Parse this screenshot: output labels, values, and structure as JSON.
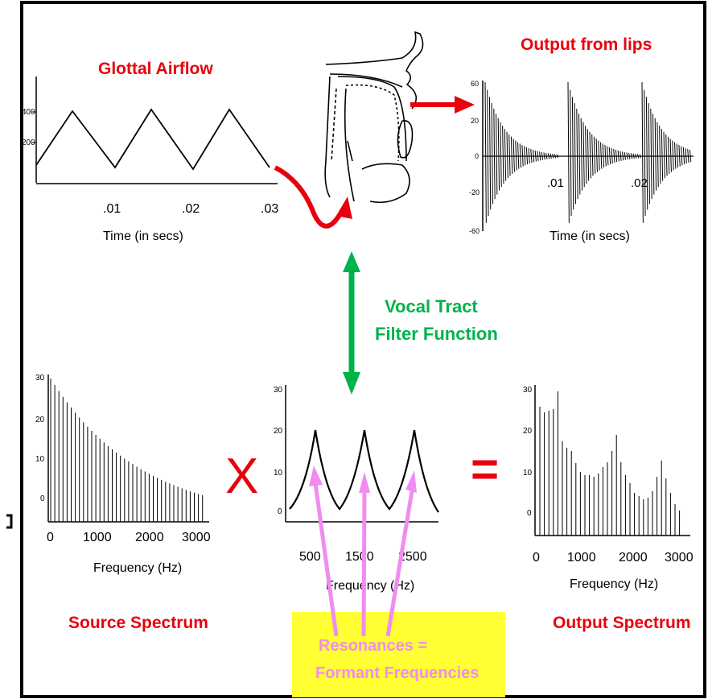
{
  "colors": {
    "red": "#e8000d",
    "green": "#00b24a",
    "pink": "#f08cf0",
    "yellow": "#ffff33",
    "black": "#000000"
  },
  "glottal": {
    "title": "Glottal Airflow",
    "y_ticks": [
      "400",
      "200"
    ],
    "x_ticks": [
      ".01",
      ".02",
      ".03"
    ],
    "xlabel": "Time (in secs)"
  },
  "output_lips": {
    "title": "Output from lips",
    "y_ticks": [
      "60",
      "20",
      "0",
      "-20",
      "-60"
    ],
    "x_ticks": [
      ".01",
      ".02"
    ],
    "xlabel": "Time (in secs)"
  },
  "filter": {
    "label_line1": "Vocal Tract",
    "label_line2": "Filter Function"
  },
  "source_spectrum": {
    "title": "Source Spectrum",
    "y_ticks": [
      "30",
      "20",
      "10",
      "0"
    ],
    "x_ticks": [
      "0",
      "1000",
      "2000",
      "3000"
    ],
    "xlabel": "Frequency (Hz)"
  },
  "filter_spectrum": {
    "y_ticks": [
      "30",
      "20",
      "10",
      "0"
    ],
    "x_ticks": [
      "500",
      "1500",
      "2500"
    ],
    "xlabel": "Frequency (Hz)"
  },
  "output_spectrum": {
    "title": "Output Spectrum",
    "y_ticks": [
      "30",
      "20",
      "10",
      "0"
    ],
    "x_ticks": [
      "0",
      "1000",
      "2000",
      "3000"
    ],
    "xlabel": "Frequency (Hz)"
  },
  "operators": {
    "multiply": "X",
    "equals": "="
  },
  "resonance": {
    "line1": "Resonances =",
    "line2": "Formant Frequencies"
  }
}
